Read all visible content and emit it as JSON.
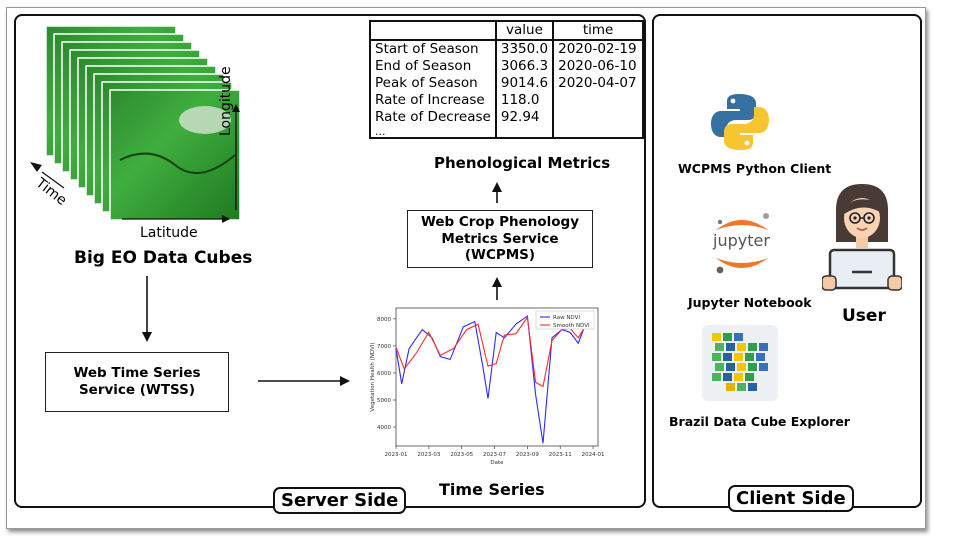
{
  "server": {
    "label": "Server Side",
    "cubes": {
      "title": "Big EO Data Cubes",
      "axis_time": "Time",
      "axis_latitude": "Latitude",
      "axis_longitude": "Longitude"
    },
    "wtss_box": "Web Time Series Service (WTSS)",
    "wcpms_box": "Web Crop Phenology Metrics Service (WCPMS)",
    "phenological_title": "Phenological Metrics",
    "time_series_title": "Time Series",
    "metrics_table": {
      "headers": [
        "",
        "value",
        "time"
      ],
      "rows": [
        [
          "Start of Season",
          "3350.0",
          "2020-02-19"
        ],
        [
          "End of Season",
          "3066.3",
          "2020-06-10"
        ],
        [
          "Peak of Season",
          "9014.6",
          "2020-04-07"
        ],
        [
          "Rate of Increase",
          "118.0",
          ""
        ],
        [
          "Rate of Decrease",
          "92.94",
          ""
        ],
        [
          "...",
          "",
          ""
        ]
      ]
    }
  },
  "client": {
    "label": "Client Side",
    "python_client": "WCPMS Python Client",
    "jupyter_word": "jupyter",
    "jupyter_notebook": "Jupyter Notebook",
    "bdc_explorer": "Brazil Data Cube Explorer",
    "user": "User"
  },
  "chart_data": {
    "type": "line",
    "title": "",
    "xlabel": "Date",
    "ylabel": "Vegetation Health (NDVI)",
    "ylim": [
      3300,
      8400
    ],
    "yticks": [
      4000,
      5000,
      6000,
      7000,
      8000
    ],
    "xticks": [
      "2023-01",
      "2023-03",
      "2023-05",
      "2023-07",
      "2023-09",
      "2023-11",
      "2024-01"
    ],
    "xlim": [
      0,
      12.3
    ],
    "legend": "top-right",
    "series": [
      {
        "name": "Raw NDVI",
        "color": "#2b2bff",
        "x": [
          0,
          0.35,
          0.8,
          1.6,
          2.2,
          2.7,
          3.3,
          4.1,
          4.8,
          5.3,
          5.6,
          6.1,
          6.6,
          7.3,
          8.0,
          8.5,
          8.95,
          9.5,
          10.1,
          10.6,
          11.1,
          11.6
        ],
        "y": [
          6900,
          5600,
          6900,
          7600,
          7300,
          6600,
          6500,
          7700,
          7900,
          6200,
          5050,
          7500,
          7300,
          7800,
          8100,
          5200,
          3400,
          7300,
          7600,
          7500,
          7100,
          7900
        ]
      },
      {
        "name": "Smooth NDVI",
        "color": "#ff2b2b",
        "x": [
          0,
          0.5,
          1.2,
          2.0,
          2.7,
          3.5,
          4.3,
          5.0,
          5.6,
          6.1,
          6.6,
          7.3,
          8.0,
          8.5,
          8.95,
          9.5,
          10.1,
          10.6,
          11.1,
          11.6
        ],
        "y": [
          6950,
          6150,
          6700,
          7500,
          6650,
          6900,
          7600,
          7800,
          6250,
          6350,
          7400,
          7450,
          8050,
          5650,
          5500,
          7200,
          7600,
          7650,
          7300,
          7800
        ]
      }
    ]
  }
}
